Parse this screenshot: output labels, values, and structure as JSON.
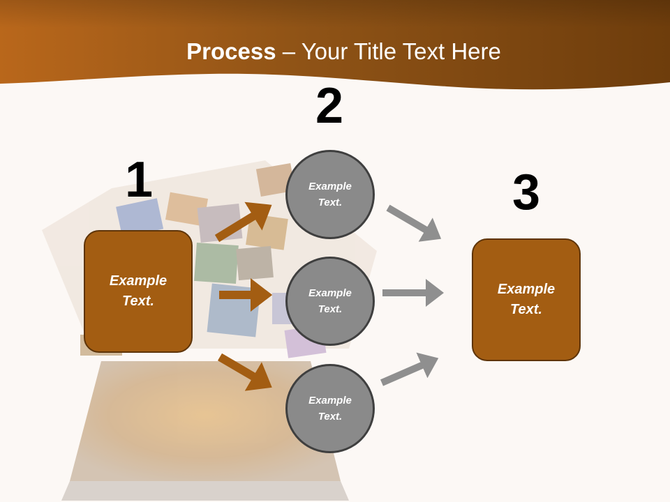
{
  "title": {
    "bold": "Process",
    "rest": " – Your Title Text Here"
  },
  "steps": [
    {
      "number": "1",
      "label": "Example\nText."
    },
    {
      "number": "2"
    },
    {
      "number": "3",
      "label": "Example\nText."
    }
  ],
  "circles": [
    {
      "label": "Example\nText."
    },
    {
      "label": "Example\nText."
    },
    {
      "label": "Example\nText."
    }
  ],
  "colors": {
    "header_brown": "#8a4f12",
    "box_fill": "#a35d12",
    "box_border": "#5e3408",
    "arrow_brown": "#a35d12",
    "arrow_gray": "#8f8f8f",
    "circle_fill": "#8a8a8a"
  }
}
